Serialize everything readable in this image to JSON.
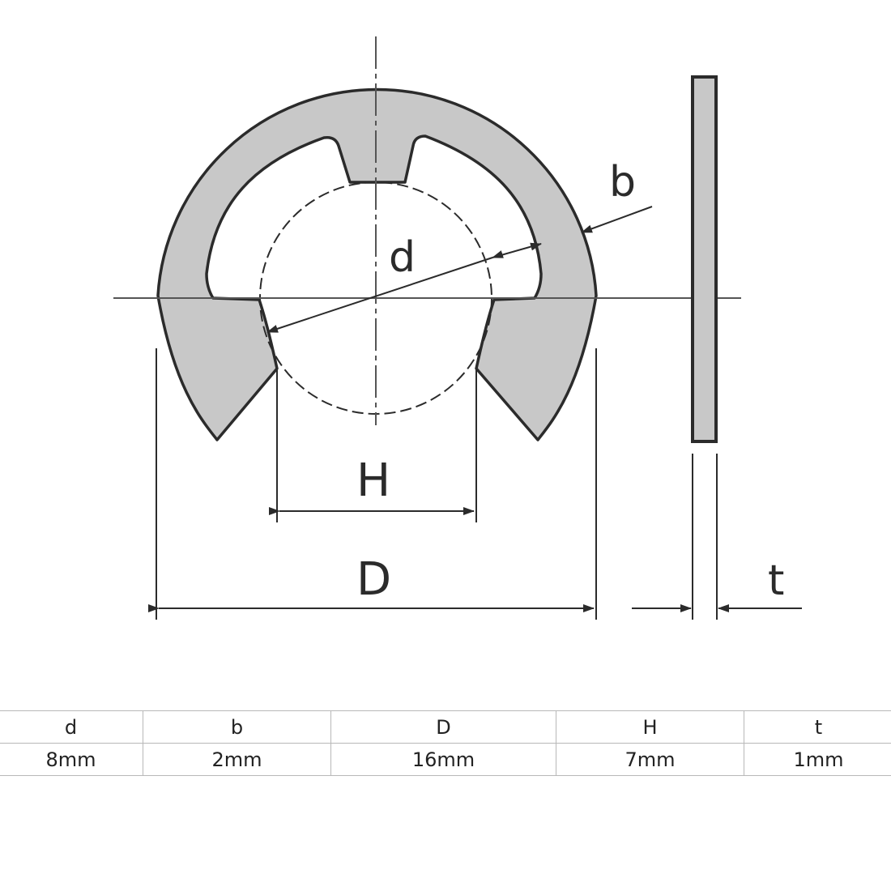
{
  "diagram": {
    "labels": {
      "d": "d",
      "b": "b",
      "H": "H",
      "D": "D",
      "t": "t"
    },
    "colors": {
      "ring_fill": "#c8c8c8",
      "line": "#2b2b2b",
      "centerline": "#555555"
    }
  },
  "table": {
    "headers": [
      "d",
      "b",
      "D",
      "H",
      "t"
    ],
    "values": [
      "8mm",
      "2mm",
      "16mm",
      "7mm",
      "1mm"
    ]
  }
}
